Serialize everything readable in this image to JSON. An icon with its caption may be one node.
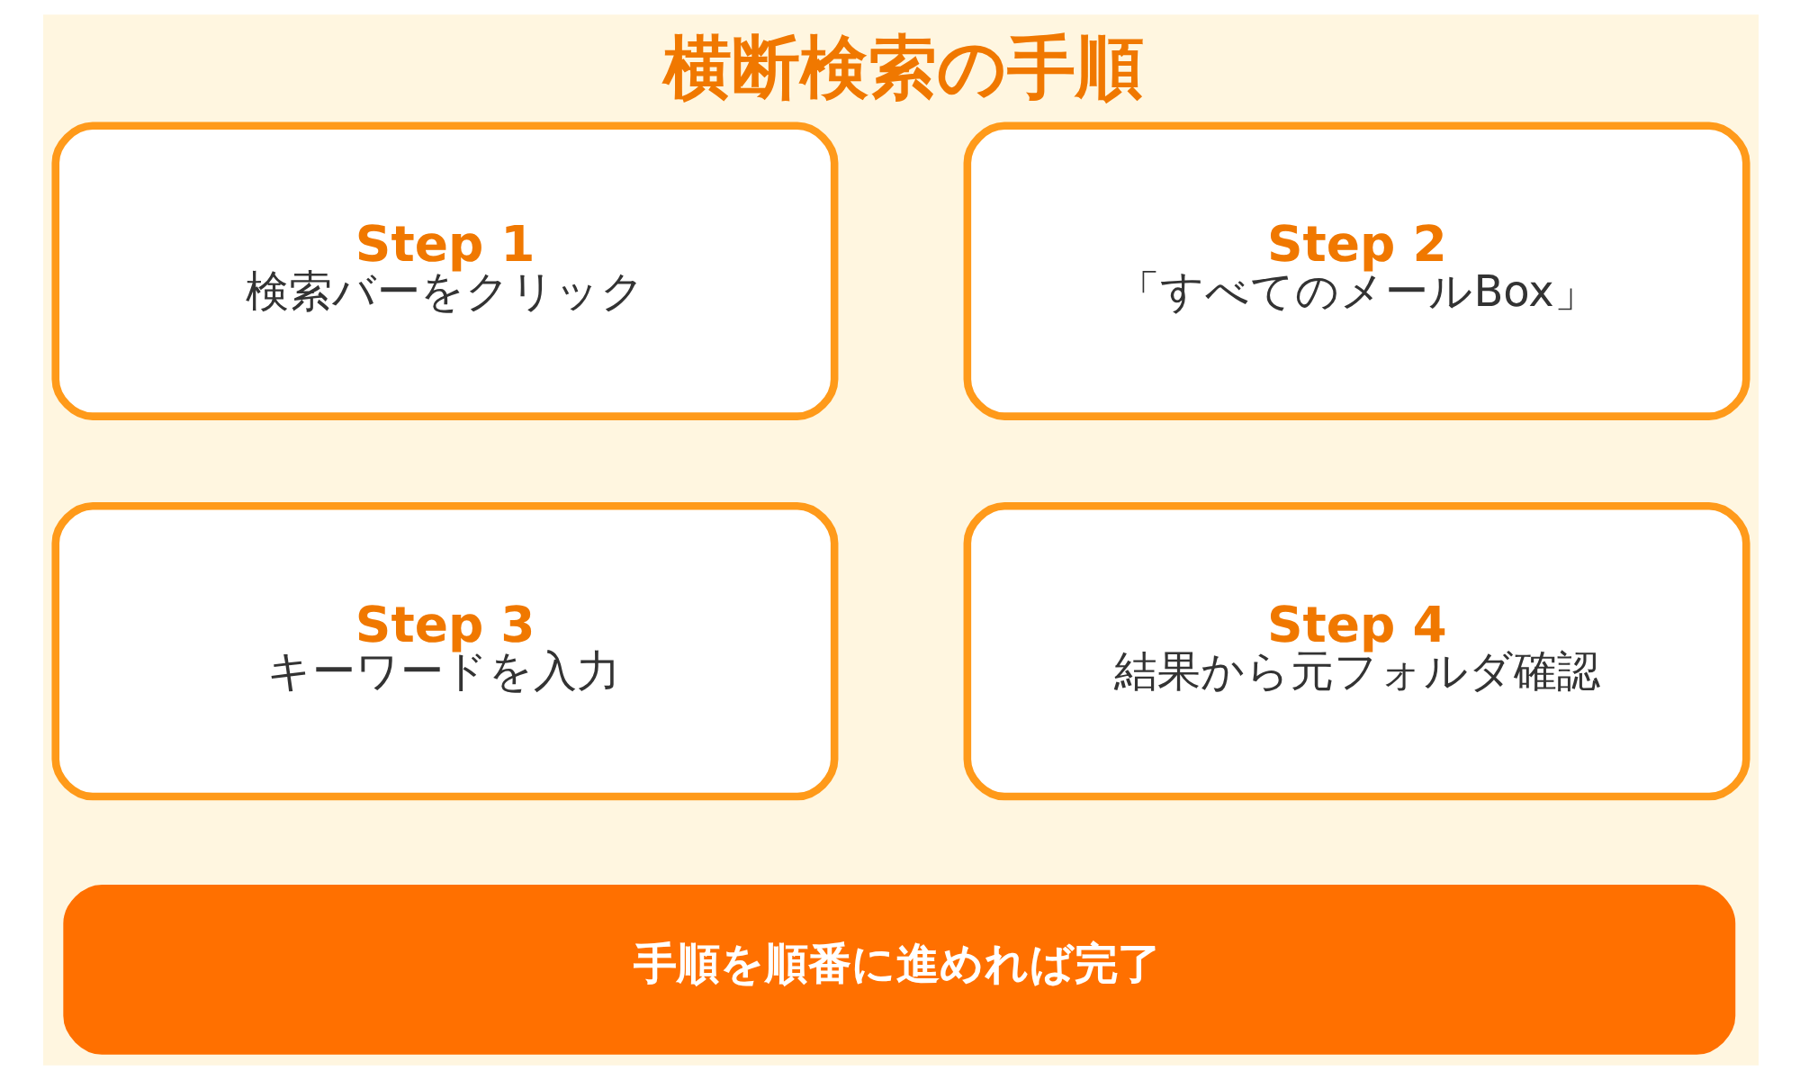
{
  "diagram": {
    "title": "横断検索の手順",
    "nodes": [
      {
        "text": [
          "Step 1",
          "検索バーをクリック"
        ]
      },
      {
        "text": [
          "Step 2",
          "「すべてのメールBox」"
        ]
      },
      {
        "text": [
          "Step 3",
          "キーワードを入力"
        ]
      },
      {
        "text": [
          "Step 4",
          "結果から元フォルダ確認"
        ]
      },
      {
        "text": [
          "手順を順番に進めれば完了"
        ]
      }
    ]
  }
}
